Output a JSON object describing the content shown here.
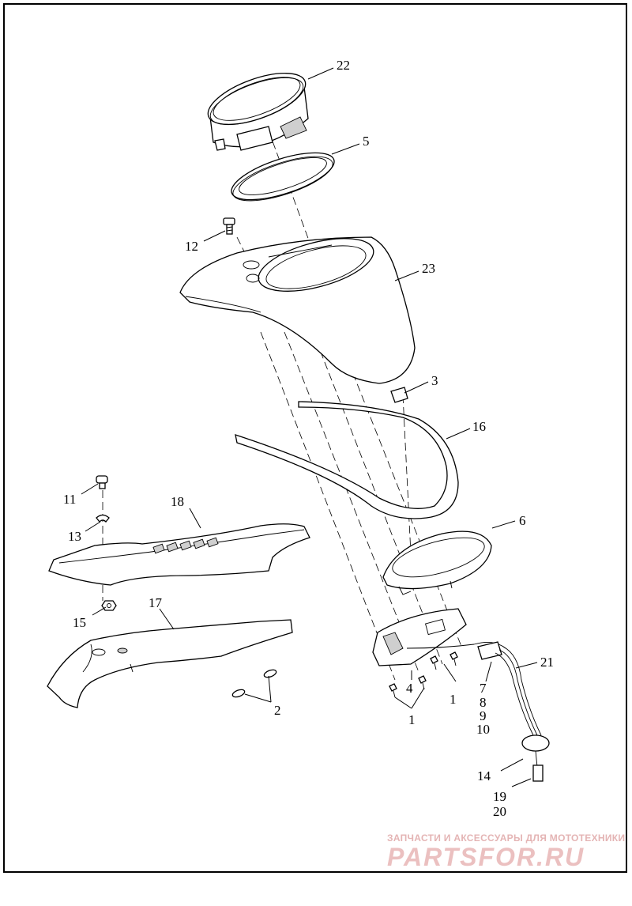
{
  "callouts": {
    "c22": "22",
    "c5": "5",
    "c12": "12",
    "c23": "23",
    "c3": "3",
    "c16": "16",
    "c11": "11",
    "c18": "18",
    "c13": "13",
    "c6": "6",
    "c15": "15",
    "c17": "17",
    "c21": "21",
    "c4": "4",
    "c1a": "1",
    "c1b": "1",
    "c7": "7",
    "c8": "8",
    "c9": "9",
    "c10": "10",
    "c2": "2",
    "c14": "14",
    "c19": "19",
    "c20": "20"
  },
  "watermark": {
    "tagline": "ЗАПЧАСТИ И АКСЕССУАРЫ ДЛЯ МОТОТЕХНИКИ",
    "logo": "PARTSFOR.RU",
    "color": "#e8b7b7"
  }
}
